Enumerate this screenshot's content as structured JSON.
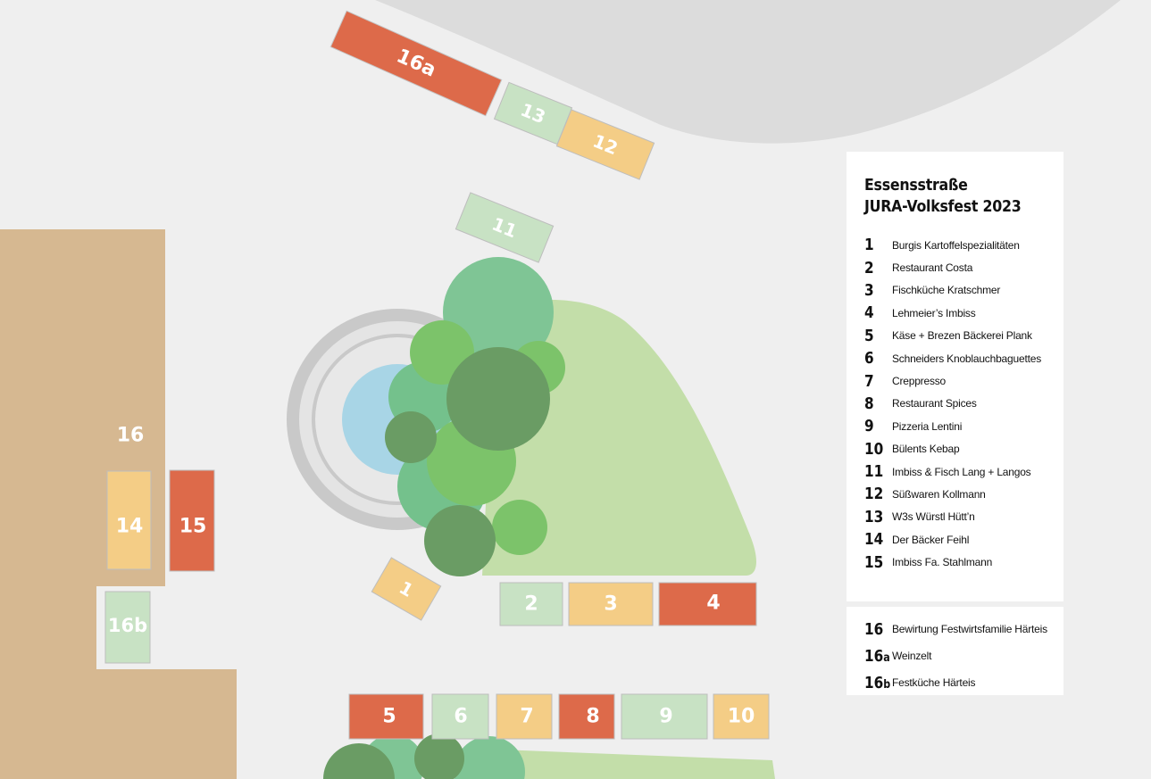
{
  "legend": {
    "title_line1": "Essensstraße",
    "title_line2": "JURA-Volksfest 2023",
    "items": [
      {
        "num": "1",
        "name": "Burgis  Kartoffelspezialitäten"
      },
      {
        "num": "2",
        "name": "Restaurant Costa"
      },
      {
        "num": "3",
        "name": "Fischküche Kratschmer"
      },
      {
        "num": "4",
        "name": "Lehmeier’s Imbiss"
      },
      {
        "num": "5",
        "name": "Käse + Brezen Bäckerei Plank"
      },
      {
        "num": "6",
        "name": "Schneiders Knoblauchbaguettes"
      },
      {
        "num": "7",
        "name": "Creppresso"
      },
      {
        "num": "8",
        "name": "Restaurant  Spices"
      },
      {
        "num": "9",
        "name": "Pizzeria Lentini"
      },
      {
        "num": "10",
        "name": "Bülents Kebap"
      },
      {
        "num": "11",
        "name": "Imbiss & Fisch Lang + Langos"
      },
      {
        "num": "12",
        "name": "Süßwaren Kollmann"
      },
      {
        "num": "13",
        "name": "W3s Würstl Hütt’n"
      },
      {
        "num": "14",
        "name": "Der Bäcker Feihl"
      },
      {
        "num": "15",
        "name": "Imbiss Fa. Stahlmann"
      }
    ],
    "extra": [
      {
        "num": "16",
        "suffix": "",
        "name": "Bewirtung Festwirtsfamilie Härteis"
      },
      {
        "num": "16",
        "suffix": "a",
        "name": "Weinzelt"
      },
      {
        "num": "16",
        "suffix": "b",
        "name": "Festküche Härteis"
      }
    ]
  },
  "stalls": {
    "s1": "1",
    "s2": "2",
    "s3": "3",
    "s4": "4",
    "s5": "5",
    "s6": "6",
    "s7": "7",
    "s8": "8",
    "s9": "9",
    "s10": "10",
    "s11": "11",
    "s12": "12",
    "s13": "13",
    "s14": "14",
    "s15": "15",
    "s16": "16",
    "s16a": "16a",
    "s16b": "16b"
  },
  "colors": {
    "red": "#dd6a4a",
    "yellow": "#f4cd86",
    "green_light": "#c8e2c4",
    "tan": "#d6b891",
    "lawn": "#c3dea9",
    "water": "#a8d5e6"
  }
}
